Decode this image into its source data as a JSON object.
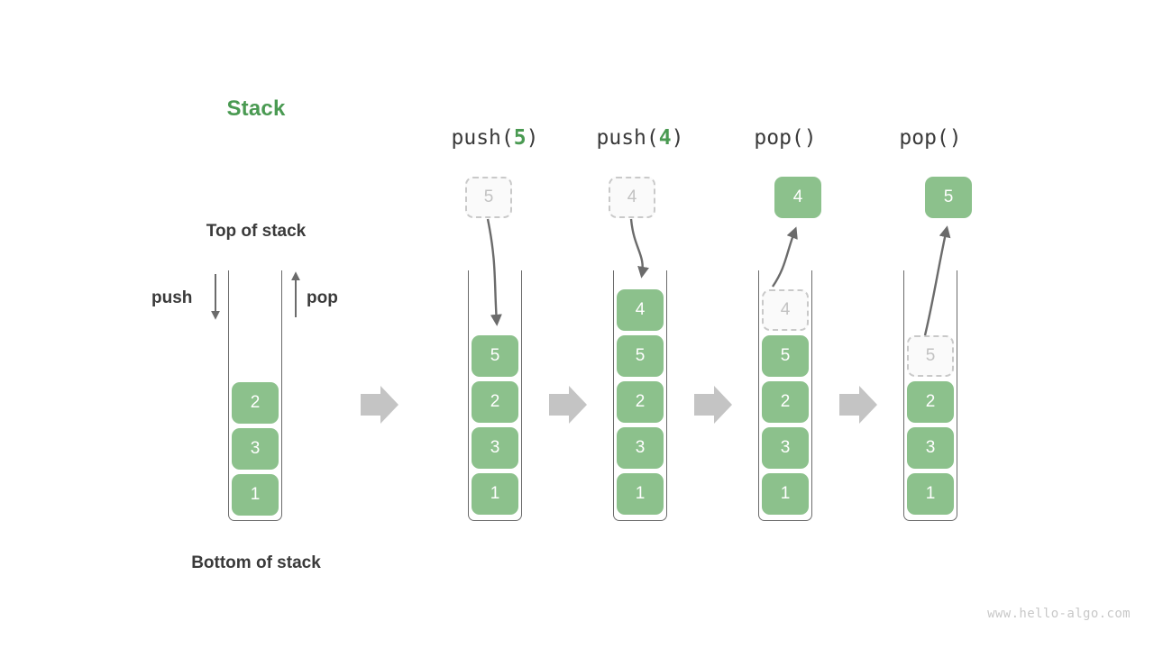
{
  "title": "Stack",
  "labels": {
    "top_of_stack": "Top of stack",
    "bottom_of_stack": "Bottom of stack",
    "push": "push",
    "pop": "pop"
  },
  "colors": {
    "accent_green": "#4a9a52",
    "box_green": "#8cc18c",
    "ghost_border": "#c9c9c9",
    "ghost_text": "#c2c2c2",
    "outline": "#6b6b6b",
    "block_arrow": "#c4c4c4",
    "text_dark": "#3a3a3a",
    "watermark": "#c8c8c8"
  },
  "watermark": "www.hello-algo.com",
  "stages": [
    {
      "id": "initial",
      "caption_prefix": "",
      "caption_arg": "",
      "caption_suffix": "",
      "items": [
        "2",
        "3",
        "1"
      ],
      "incoming": null,
      "outgoing": null,
      "ghost_top": null
    },
    {
      "id": "push-5",
      "caption_prefix": "push(",
      "caption_arg": "5",
      "caption_suffix": ")",
      "items": [
        "5",
        "2",
        "3",
        "1"
      ],
      "incoming": "5",
      "outgoing": null,
      "ghost_top": null
    },
    {
      "id": "push-4",
      "caption_prefix": "push(",
      "caption_arg": "4",
      "caption_suffix": ")",
      "items": [
        "4",
        "5",
        "2",
        "3",
        "1"
      ],
      "incoming": "4",
      "outgoing": null,
      "ghost_top": null
    },
    {
      "id": "pop-1",
      "caption_prefix": "pop(",
      "caption_arg": "",
      "caption_suffix": ")",
      "items": [
        "5",
        "2",
        "3",
        "1"
      ],
      "incoming": null,
      "outgoing": "4",
      "ghost_top": "4"
    },
    {
      "id": "pop-2",
      "caption_prefix": "pop(",
      "caption_arg": "",
      "caption_suffix": ")",
      "items": [
        "2",
        "3",
        "1"
      ],
      "incoming": null,
      "outgoing": "5",
      "ghost_top": "5"
    }
  ]
}
